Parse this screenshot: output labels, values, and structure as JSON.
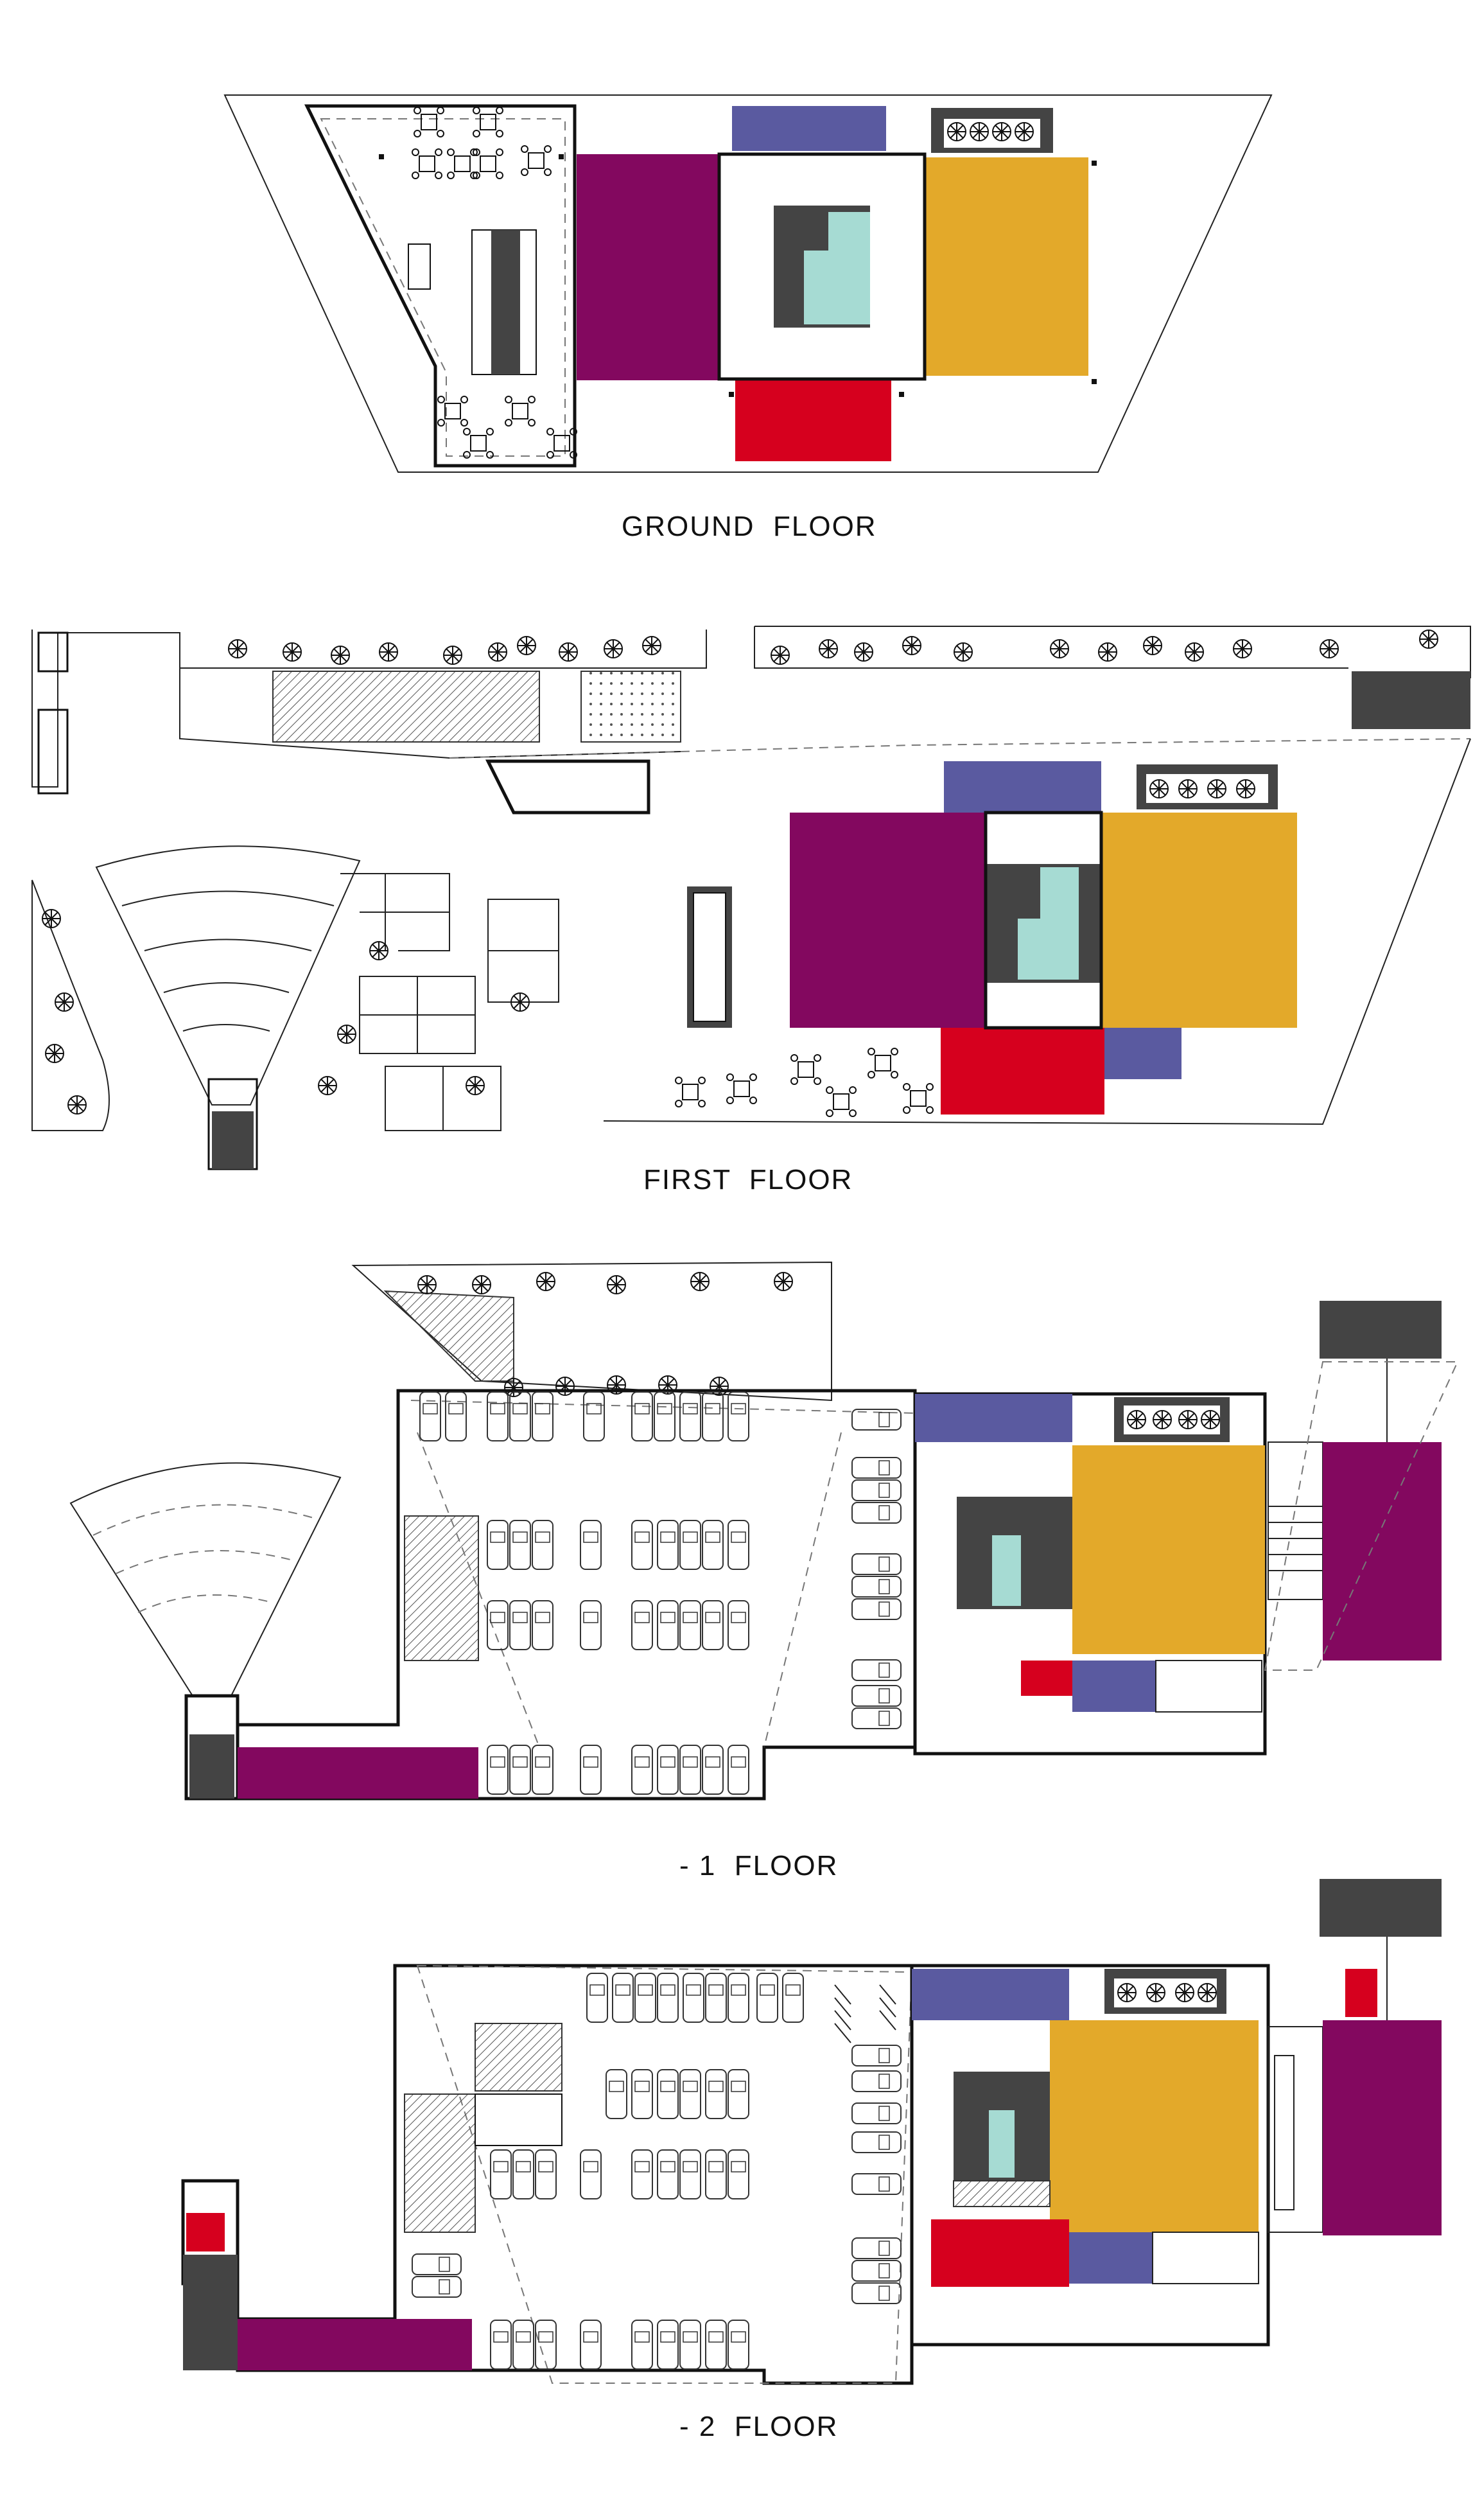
{
  "floors": {
    "ground": {
      "label": "GROUND  FLOOR"
    },
    "first": {
      "label": "FIRST  FLOOR"
    },
    "minus1": {
      "label": "- 1  FLOOR"
    },
    "minus2": {
      "label": "- 2  FLOOR"
    }
  },
  "colors": {
    "purple": "#83085f",
    "yellow": "#e3a92a",
    "red": "#d6001e",
    "blue": "#5a5aa0",
    "dark": "#444444",
    "teal": "#a6dbd3"
  }
}
